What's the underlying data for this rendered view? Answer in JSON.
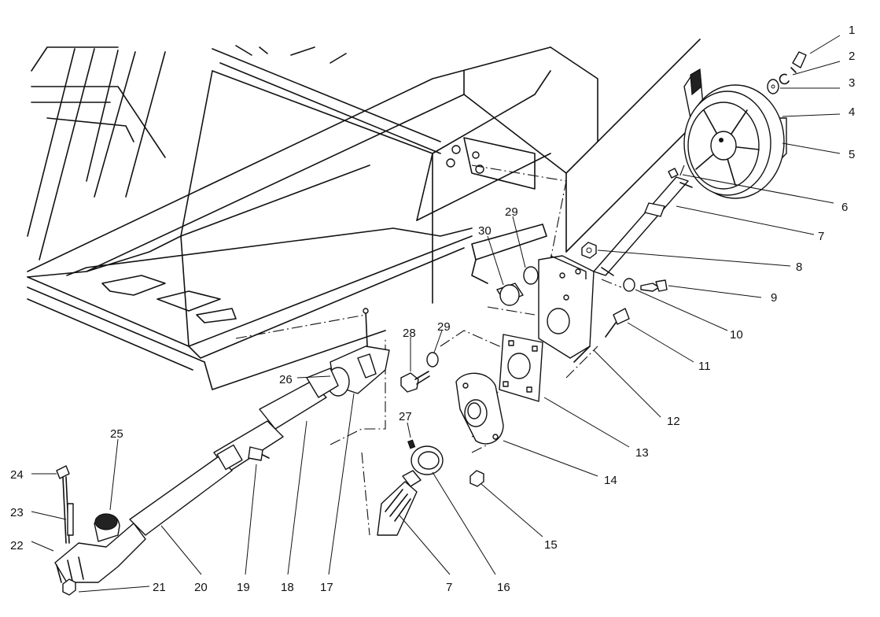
{
  "diagram": {
    "callouts": [
      {
        "id": "c1",
        "label": "1"
      },
      {
        "id": "c2",
        "label": "2"
      },
      {
        "id": "c3",
        "label": "3"
      },
      {
        "id": "c4",
        "label": "4"
      },
      {
        "id": "c5",
        "label": "5"
      },
      {
        "id": "c6",
        "label": "6"
      },
      {
        "id": "c7a",
        "label": "7"
      },
      {
        "id": "c8",
        "label": "8"
      },
      {
        "id": "c9",
        "label": "9"
      },
      {
        "id": "c10",
        "label": "10"
      },
      {
        "id": "c11",
        "label": "11"
      },
      {
        "id": "c12",
        "label": "12"
      },
      {
        "id": "c13",
        "label": "13"
      },
      {
        "id": "c14",
        "label": "14"
      },
      {
        "id": "c15",
        "label": "15"
      },
      {
        "id": "c16",
        "label": "16"
      },
      {
        "id": "c7b",
        "label": "7"
      },
      {
        "id": "c17",
        "label": "17"
      },
      {
        "id": "c18",
        "label": "18"
      },
      {
        "id": "c19",
        "label": "19"
      },
      {
        "id": "c20",
        "label": "20"
      },
      {
        "id": "c21",
        "label": "21"
      },
      {
        "id": "c22",
        "label": "22"
      },
      {
        "id": "c23",
        "label": "23"
      },
      {
        "id": "c24",
        "label": "24"
      },
      {
        "id": "c25",
        "label": "25"
      },
      {
        "id": "c26",
        "label": "26"
      },
      {
        "id": "c27",
        "label": "27"
      },
      {
        "id": "c28",
        "label": "28"
      },
      {
        "id": "c29a",
        "label": "29"
      },
      {
        "id": "c29b",
        "label": "29"
      },
      {
        "id": "c30",
        "label": "30"
      }
    ]
  }
}
